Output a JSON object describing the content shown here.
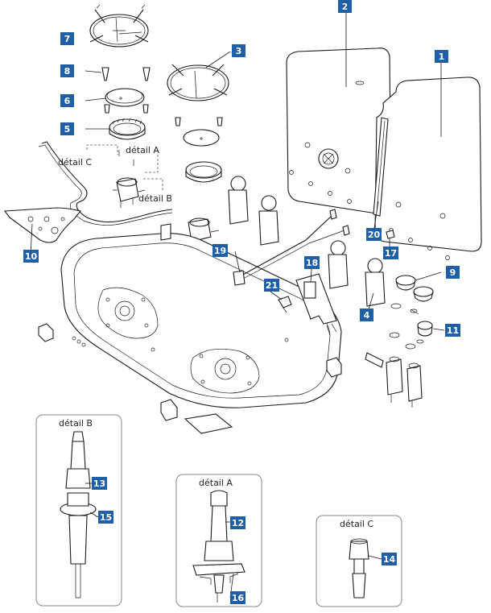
{
  "labels": {
    "n1": "1",
    "n2": "2",
    "n3": "3",
    "n4": "4",
    "n5": "5",
    "n6": "6",
    "n7": "7",
    "n8": "8",
    "n9": "9",
    "n10": "10",
    "n11": "11",
    "n12": "12",
    "n13": "13",
    "n14": "14",
    "n15": "15",
    "n16": "16",
    "n17": "17",
    "n18": "18",
    "n19": "19",
    "n20": "20",
    "n21": "21"
  },
  "captions": {
    "detail_a": "détail A",
    "detail_b": "détail B",
    "detail_c": "détail C"
  },
  "colors": {
    "label_fill": "#1f5fa8",
    "line": "#1a1a1a"
  }
}
